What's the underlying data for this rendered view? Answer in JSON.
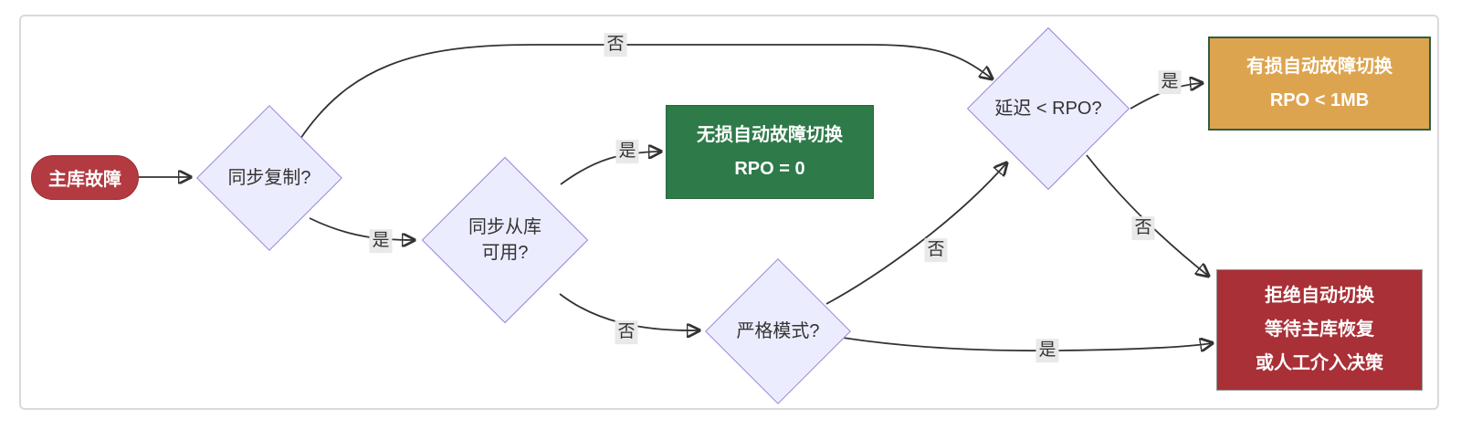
{
  "diagram": {
    "type": "flowchart",
    "direction": "left-to-right",
    "colors": {
      "canvas_border": "#d9d9de",
      "start_fill": "#b23a40",
      "decision_fill": "#ececff",
      "decision_border": "#9a86d8",
      "success_fill": "#2e7a49",
      "warning_fill": "#dda44f",
      "warning_border": "#2f5d43",
      "danger_fill": "#a93036",
      "edge_stroke": "#333333",
      "edge_label_bg": "#e9e9e9"
    },
    "nodes": {
      "start": {
        "label": "主库故障"
      },
      "d1": {
        "label": "同步复制?"
      },
      "d2": {
        "line1": "同步从库",
        "line2": "可用?"
      },
      "d3": {
        "label": "严格模式?"
      },
      "d4": {
        "label": "延迟 < RPO?"
      },
      "green": {
        "line1": "无损自动故障切换",
        "line2": "RPO = 0"
      },
      "orange": {
        "line1": "有损自动故障切换",
        "line2": "RPO < 1MB"
      },
      "red": {
        "line1": "拒绝自动切换",
        "line2": "等待主库恢复",
        "line3": "或人工介入决策"
      }
    },
    "edges": [
      {
        "from": "start",
        "to": "d1",
        "label": ""
      },
      {
        "from": "d1",
        "to": "d4",
        "label": "否"
      },
      {
        "from": "d1",
        "to": "d2",
        "label": "是"
      },
      {
        "from": "d2",
        "to": "green",
        "label": "是"
      },
      {
        "from": "d2",
        "to": "d3",
        "label": "否"
      },
      {
        "from": "d3",
        "to": "d4",
        "label": "否"
      },
      {
        "from": "d3",
        "to": "red",
        "label": "是"
      },
      {
        "from": "d4",
        "to": "orange",
        "label": "是"
      },
      {
        "from": "d4",
        "to": "red",
        "label": "否"
      }
    ]
  }
}
